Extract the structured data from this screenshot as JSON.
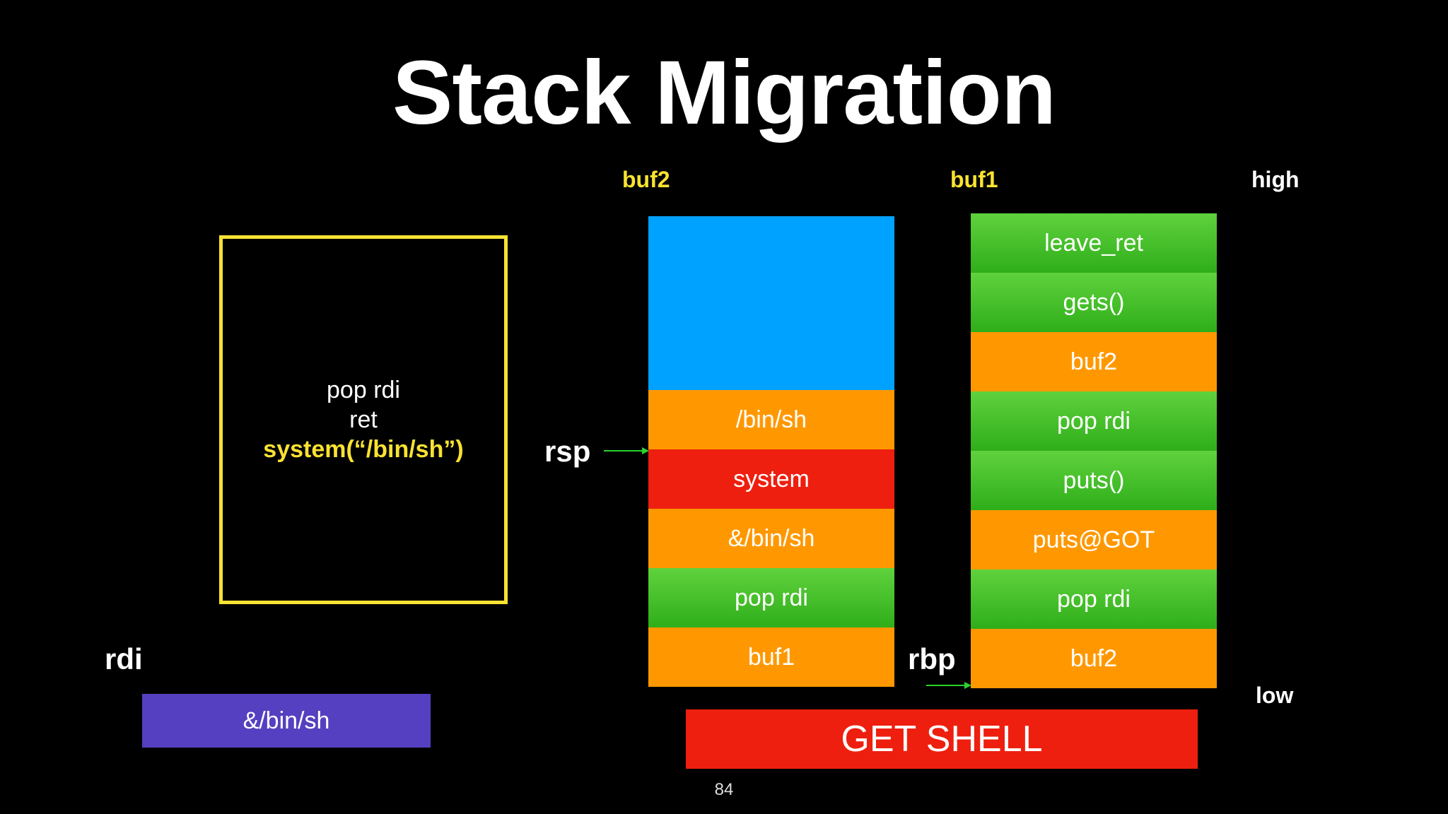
{
  "title": "Stack Migration",
  "labels": {
    "buf2": "buf2",
    "buf1": "buf1",
    "high": "high",
    "low": "low"
  },
  "registers": {
    "rdi": "rdi",
    "rsp": "rsp",
    "rbp": "rbp"
  },
  "code_box": {
    "lines": [
      "pop rdi",
      "ret"
    ],
    "highlight": "system(“/bin/sh”)"
  },
  "buf2_stack": [
    "",
    "/bin/sh",
    "system",
    "&/bin/sh",
    "pop rdi",
    "buf1"
  ],
  "buf1_stack": [
    "leave_ret",
    "gets()",
    "buf2",
    "pop rdi",
    "puts()",
    "puts@GOT",
    "pop rdi",
    "buf2"
  ],
  "rdi_value": "&/bin/sh",
  "get_shell": "GET SHELL",
  "page_number": "84",
  "colors": {
    "yellow": "#f9e231",
    "blue": "#00a2ff",
    "orange": "#ff9800",
    "red": "#ee1f0f",
    "green": "#3cbf24",
    "purple": "#5440c0",
    "arrow": "#2bd32b"
  }
}
